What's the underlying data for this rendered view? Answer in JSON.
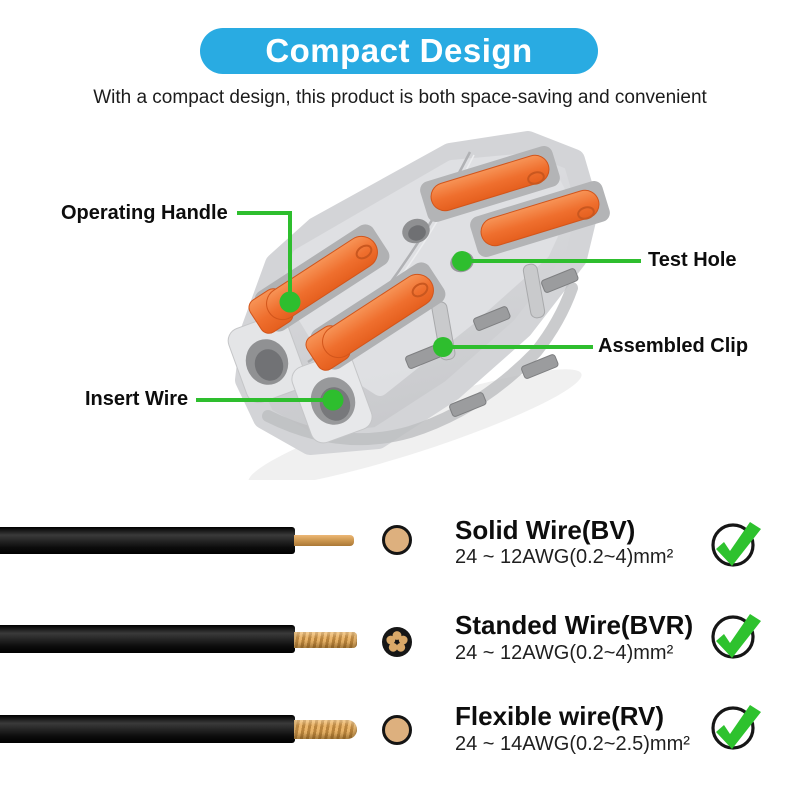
{
  "header": {
    "title": "Compact Design",
    "subtitle": "With a compact design, this product is both space-saving and convenient"
  },
  "callouts": [
    {
      "id": "operating-handle",
      "text": "Operating Handle"
    },
    {
      "id": "test-hole",
      "text": "Test Hole"
    },
    {
      "id": "assembled-clip",
      "text": "Assembled Clip"
    },
    {
      "id": "insert-wire",
      "text": "Insert Wire"
    }
  ],
  "wire_types": [
    {
      "name": "Solid Wire(BV)",
      "spec": "24 ~ 12AWG(0.2~4)mm²",
      "icon": "solid-wire-cross-section-icon",
      "checked": true
    },
    {
      "name": "Standed Wire(BVR)",
      "spec": "24 ~ 12AWG(0.2~4)mm²",
      "icon": "stranded-wire-cross-section-icon",
      "checked": true
    },
    {
      "name": "Flexible wire(RV)",
      "spec": "24 ~ 14AWG(0.2~2.5)mm²",
      "icon": "flexible-wire-cross-section-icon",
      "checked": true
    }
  ],
  "colors": {
    "banner_blue": "#29ABE2",
    "callout_green": "#2EBE2E",
    "check_green": "#2EC22E",
    "lever_orange": "#F1713A",
    "connector_gray": "#D3D4D7",
    "copper": "#D19A55",
    "wire_black": "#0A0A0A"
  }
}
